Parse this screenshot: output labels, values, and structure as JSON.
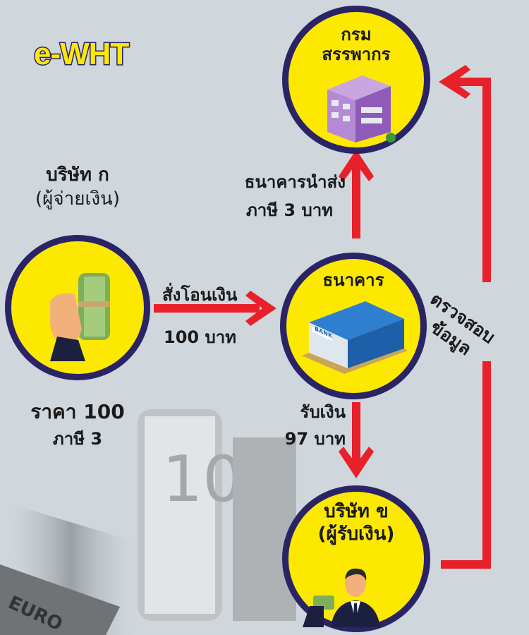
{
  "logo": "e-WHT",
  "revenue_dept": {
    "line1": "กรม",
    "line2": "สรรพากร",
    "icon": "building-icon"
  },
  "company_a": {
    "name": "บริษัท ก",
    "role": "(ผู้จ่ายเงิน)",
    "icon": "money-hand-icon",
    "price_label": "ราคา 100",
    "tax_label": "ภาษี 3"
  },
  "bank": {
    "name": "ธนาคาร",
    "icon": "bank-building-icon",
    "sign": "BANK"
  },
  "company_b": {
    "name": "บริษัท ข",
    "role": "(ผู้รับเงิน)",
    "icon": "businessman-icon"
  },
  "arrows": {
    "transfer": {
      "line1": "สั่งโอนเงิน",
      "line2": "100 บาท"
    },
    "remit": {
      "line1": "ธนาคารนำส่ง",
      "line2": "ภาษี 3 บาท"
    },
    "receive": {
      "line1": "รับเงิน",
      "line2": "97 บาท"
    },
    "verify": {
      "line1": "ตรวจสอบ",
      "line2": "ข้อมูล"
    }
  },
  "colors": {
    "circle": "#fde800",
    "border": "#2a2466",
    "arrow": "#e8202a",
    "background": "#cfd6dc"
  }
}
